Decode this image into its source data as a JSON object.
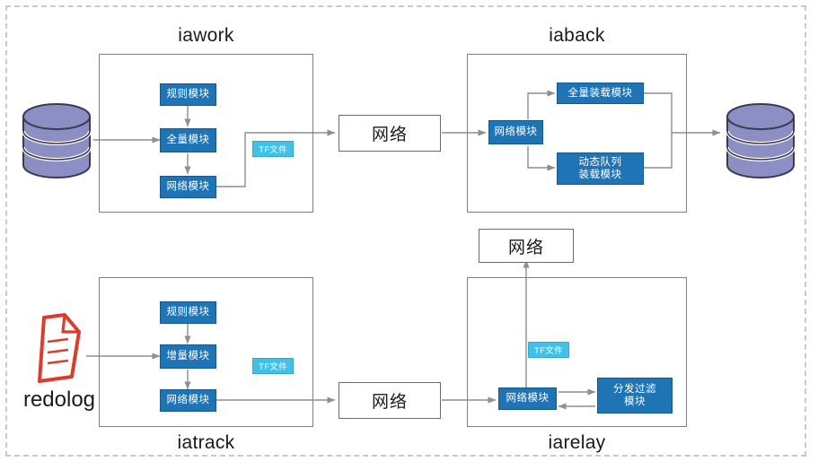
{
  "diagram": {
    "title_caption_font_color": "#1a1a1a",
    "module_color": "#1f74b5",
    "module_border_color": "#17588a",
    "tf_chip_color": "#3fc1e8",
    "db_color": "#8b8fc4",
    "redolog_color": "#dd3b2c",
    "connector_color": "#8e8e8e",
    "frame_color": "#c9c9c9"
  },
  "groups": {
    "iawork": {
      "caption": "iawork",
      "modules": [
        {
          "label": "规则模块"
        },
        {
          "label": "全量模块"
        },
        {
          "label": "网络模块"
        }
      ],
      "tf_chip": "TF文件"
    },
    "iaback": {
      "caption": "iaback",
      "modules": [
        {
          "label": "网络模块"
        },
        {
          "label": "全量装载模块"
        },
        {
          "label": "动态队列\n装载模块"
        }
      ]
    },
    "iatrack": {
      "caption": "iatrack",
      "modules": [
        {
          "label": "规则模块"
        },
        {
          "label": "增量模块"
        },
        {
          "label": "网络模块"
        }
      ],
      "tf_chip": "TF文件"
    },
    "iarelay": {
      "caption": "iarelay",
      "modules": [
        {
          "label": "网络模块"
        },
        {
          "label": "分发过滤\n模块"
        }
      ],
      "tf_chip": "TF文件"
    }
  },
  "network_boxes": [
    {
      "label": "网络",
      "id": "top"
    },
    {
      "label": "网络",
      "id": "middle"
    },
    {
      "label": "网络",
      "id": "bottom"
    }
  ],
  "endpoints": {
    "source_db": "database-cylinder",
    "target_db": "database-cylinder",
    "redolog_label": "redolog",
    "redolog_icon": "document-icon"
  }
}
